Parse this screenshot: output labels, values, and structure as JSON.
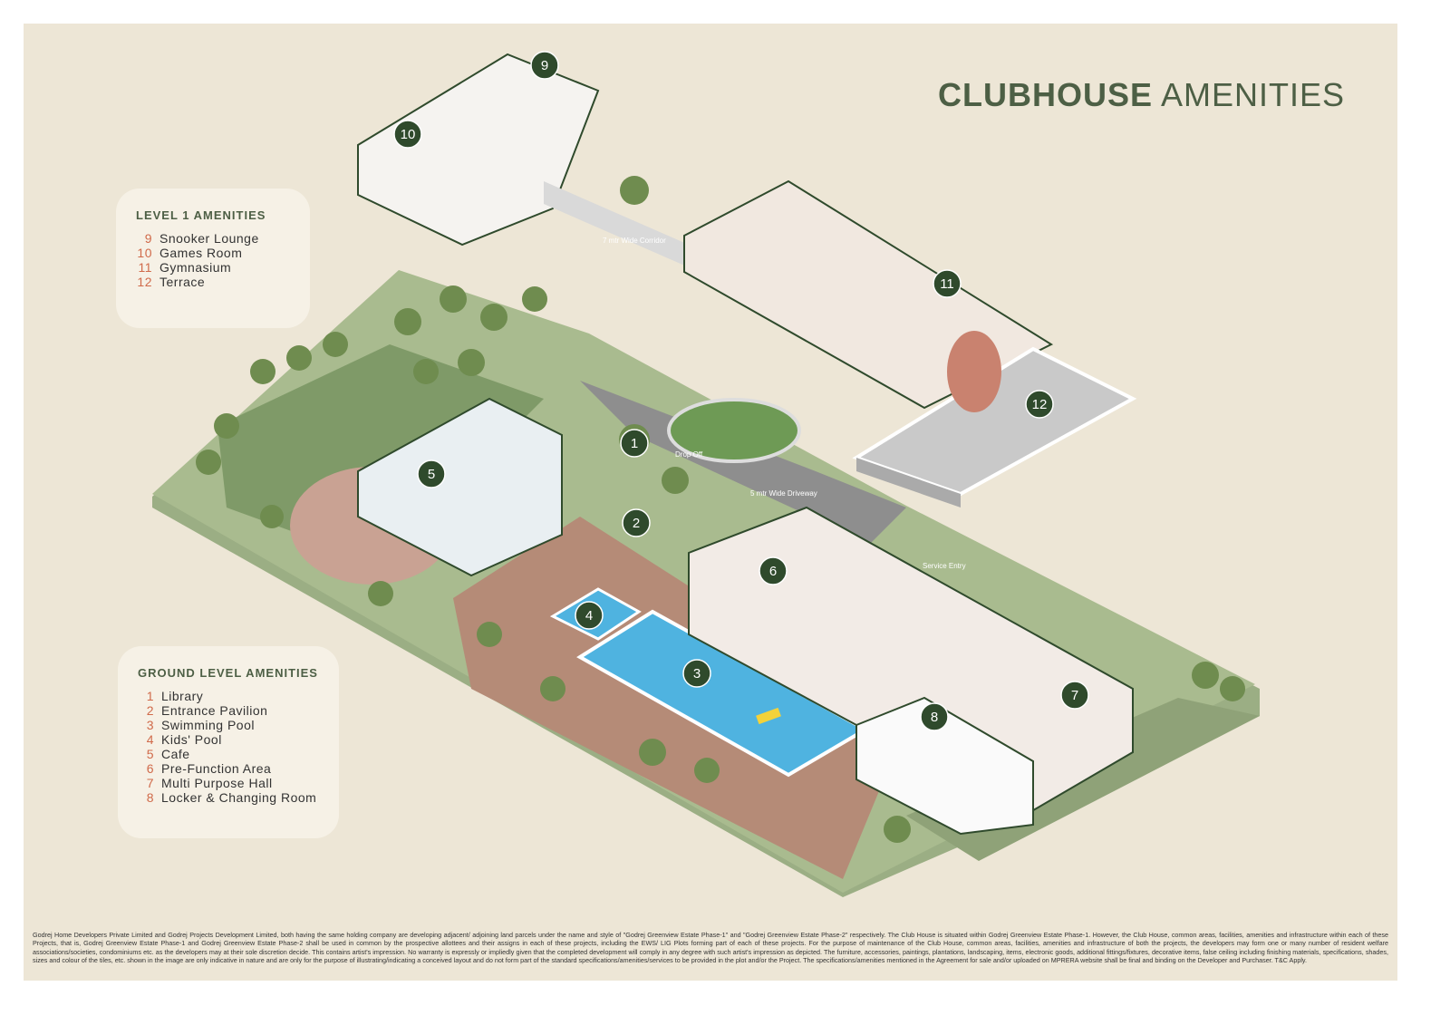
{
  "title": {
    "bold": "CLUBHOUSE",
    "light": "AMENITIES"
  },
  "level1": {
    "heading": "LEVEL 1 AMENITIES",
    "items": [
      {
        "n": "9",
        "label": "Snooker Lounge"
      },
      {
        "n": "10",
        "label": "Games Room"
      },
      {
        "n": "11",
        "label": "Gymnasium"
      },
      {
        "n": "12",
        "label": "Terrace"
      }
    ]
  },
  "ground": {
    "heading": "GROUND LEVEL AMENITIES",
    "items": [
      {
        "n": "1",
        "label": "Library"
      },
      {
        "n": "2",
        "label": "Entrance Pavilion"
      },
      {
        "n": "3",
        "label": "Swimming Pool"
      },
      {
        "n": "4",
        "label": "Kids' Pool"
      },
      {
        "n": "5",
        "label": "Cafe"
      },
      {
        "n": "6",
        "label": "Pre-Function Area"
      },
      {
        "n": "7",
        "label": "Multi Purpose Hall"
      },
      {
        "n": "8",
        "label": "Locker & Changing Room"
      }
    ]
  },
  "map_labels": {
    "corridor": "7 mtr Wide Corridor",
    "dropoff": "Drop Off",
    "driveway": "5 mtr Wide Driveway",
    "service": "Service Entry"
  },
  "markers": [
    "1",
    "2",
    "3",
    "4",
    "5",
    "6",
    "7",
    "8",
    "9",
    "10",
    "11",
    "12"
  ],
  "disclaimer": "Godrej Home Developers Private Limited and Godrej Projects Development Limited, both having the same holding company are developing adjacent/ adjoining land parcels under the name and style of \"Godrej Greenview Estate Phase-1\" and \"Godrej Greenview Estate Phase-2\" respectively. The Club House is situated within Godrej Greenview Estate Phase-1. However, the Club House, common areas, facilities, amenities and infrastructure within each of these Projects, that is, Godrej Greenview Estate Phase-1 and Godrej Greenview Estate Phase-2 shall be used in common by the prospective allottees and their assigns in each of these projects, including the EWS/ LIG Plots forming part of each of these projects. For the purpose of maintenance of the Club House, common areas, facilities, amenities and infrastructure of both the projects, the developers may form one or many number of resident welfare associations/societies, condominiums etc. as the developers may at their sole discretion decide. This contains artist's impression. No warranty is expressly or impliedly given that the completed development will comply in any degree with such artist's impression as depicted. The furniture, accessories, paintings, plantations, landscaping, items, electronic goods, additional fittings/fixtures, decorative items, false ceiling including finishing materials, specifications, shades, sizes and colour of the tiles, etc. shown in the image are only indicative in nature and are only for the purpose of illustrating/indicating a conceived layout and do not form part of the standard specifications/amenities/services to be provided in the plot and/or the Project. The specifications/amenities mentioned in the Agreement for sale and/or uploaded on MPRERA website shall be final and binding on the Developer and Purchaser. T&C Apply.",
  "colors": {
    "accent": "#4d5f45",
    "number": "#d06a4a",
    "pool": "#4fb3e0",
    "bg": "#ede6d6"
  }
}
